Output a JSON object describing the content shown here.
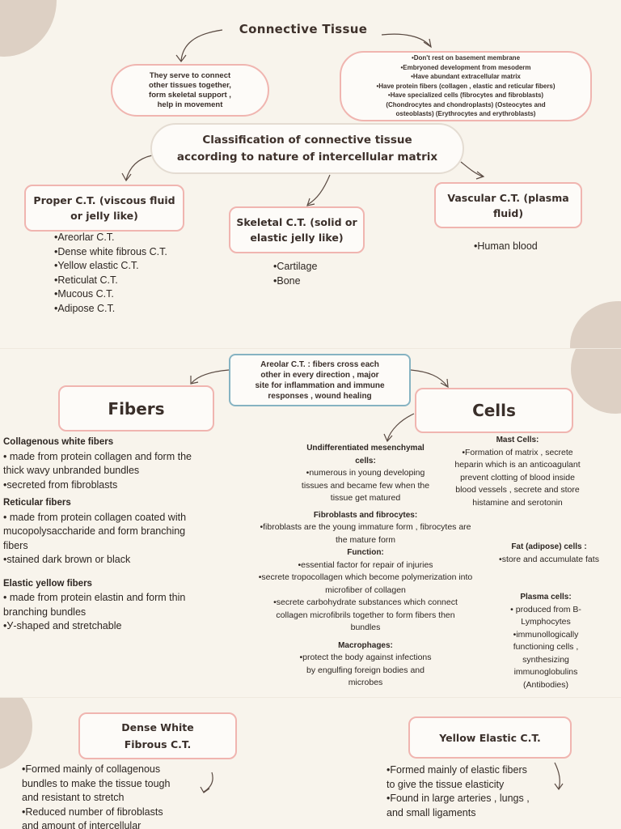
{
  "p1": {
    "title": "Connective Tissue",
    "left_box": [
      "They serve to connect",
      "other tissues together,",
      "form skeletal support ,",
      "help in movement"
    ],
    "right_box": [
      "•Don't rest on basement membrane",
      "•Embryoned development from mesoderm",
      "•Have abundant extracellular matrix",
      "•Have protein fibers (collagen , elastic and reticular fibers)",
      "•Have specialized cells (fibrocytes and fibroblasts)",
      "(Chondrocytes and chondroplasts) (Osteocytes and",
      "osteoblasts) (Erythrocytes and erythroblasts)"
    ],
    "classification": [
      "Classification of connective tissue",
      "according to nature of intercellular matrix"
    ],
    "proper_title": [
      "Proper C.T. (viscous fluid",
      "or jelly like)"
    ],
    "proper_list": [
      "•Areorlar C.T.",
      "•Dense white fibrous C.T.",
      "•Yellow elastic C.T.",
      "•Reticulat C.T.",
      "•Mucous C.T.",
      "•Adipose C.T."
    ],
    "skeletal_title": [
      "Skeletal C.T. (solid or",
      "elastic jelly like)"
    ],
    "skeletal_list": [
      "•Cartilage",
      "•Bone"
    ],
    "vascular_title": [
      "Vascular C.T. (plasma",
      "fluid)"
    ],
    "vascular_list": [
      "•Human blood"
    ]
  },
  "p2": {
    "areolar_box": [
      "Areolar C.T. : fibers cross each",
      "other in every direction , major",
      "site for inflammation and immune",
      "responses , wound healing"
    ],
    "fibers_title": "Fibers",
    "cells_title": "Cells",
    "collagenous_head": "Collagenous white fibers",
    "collagenous_lines": [
      "• made from protein collagen and form the",
      "thick wavy unbranded bundles",
      "•secreted from fibroblasts"
    ],
    "reticular_head": "Reticular fibers",
    "reticular_lines": [
      "• made from protein collagen coated with",
      "mucopolysaccharide and form branching",
      "fibers",
      "•stained dark brown or black"
    ],
    "elastic_head": "Elastic yellow fibers",
    "elastic_lines": [
      "• made from protein elastin and form thin",
      "branching bundles",
      "•У-shaped and stretchable"
    ],
    "undiff_head": [
      "Undifferentiated mesenchymal",
      "cells:"
    ],
    "undiff_lines": [
      "•numerous in young developing",
      "tissues and became few when the",
      "tissue get matured"
    ],
    "fibro_head": "Fibroblasts and fibrocytes:",
    "fibro_lines": [
      "•fibroblasts are the young immature form , fibrocytes are",
      "the mature form"
    ],
    "function_head": "Function:",
    "function_lines": [
      "•essential factor for repair of injuries",
      "•secrete tropocollagen which become polymerization into",
      "microfiber of collagen",
      "•secrete carbohydrate substances which connect",
      "collagen microfibrils together to form fibers then",
      "bundles"
    ],
    "macro_head": "Macrophages:",
    "macro_lines": [
      "•protect the body against infections",
      "by engulfing foreign bodies and",
      "microbes"
    ],
    "mast_head": "Mast Cells:",
    "mast_lines": [
      "•Formation of matrix , secrete",
      "heparin which is an anticoagulant",
      "prevent clotting of blood inside",
      "blood vessels , secrete and store",
      "histamine and serotonin"
    ],
    "fat_head": "Fat (adipose) cells :",
    "fat_lines": [
      "•store and accumulate fats"
    ],
    "plasma_head": "Plasma cells:",
    "plasma_lines": [
      "• produced from B-",
      "Lymphocytes",
      "•immunollogically",
      "functioning cells ,",
      "synthesizing",
      "immunoglobulins",
      "(Antibodies)"
    ]
  },
  "p3": {
    "dense_title": [
      "Dense White",
      "Fibrous C.T."
    ],
    "dense_lines": [
      "•Formed mainly of collagenous",
      "bundles to make the tissue tough",
      "and resistant to stretch",
      "•Reduced number of fibroblasts",
      "and amount of intercellular"
    ],
    "yellow_title": "Yellow Elastic C.T.",
    "yellow_lines": [
      "•Formed mainly of elastic fibers",
      "to give the tissue elasticity",
      "•Found in large arteries , lungs ,",
      "and small ligaments"
    ]
  }
}
